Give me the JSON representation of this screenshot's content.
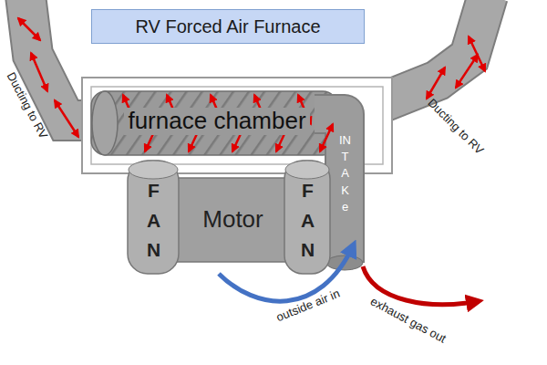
{
  "diagram": {
    "nodes": [
      {
        "text": [
          "RV Forced Air Furnace"
        ]
      },
      {
        "text": [
          "furnace chamber"
        ]
      },
      {
        "text": [
          "FAN"
        ]
      },
      {
        "text": [
          "Motor"
        ]
      },
      {
        "text": [
          "FAN"
        ]
      },
      {
        "text": [
          "INTAKe"
        ]
      }
    ],
    "labels": [
      "Ducting to RV",
      "Ducting to RV",
      "outside air in",
      "exhaust gas out"
    ]
  }
}
